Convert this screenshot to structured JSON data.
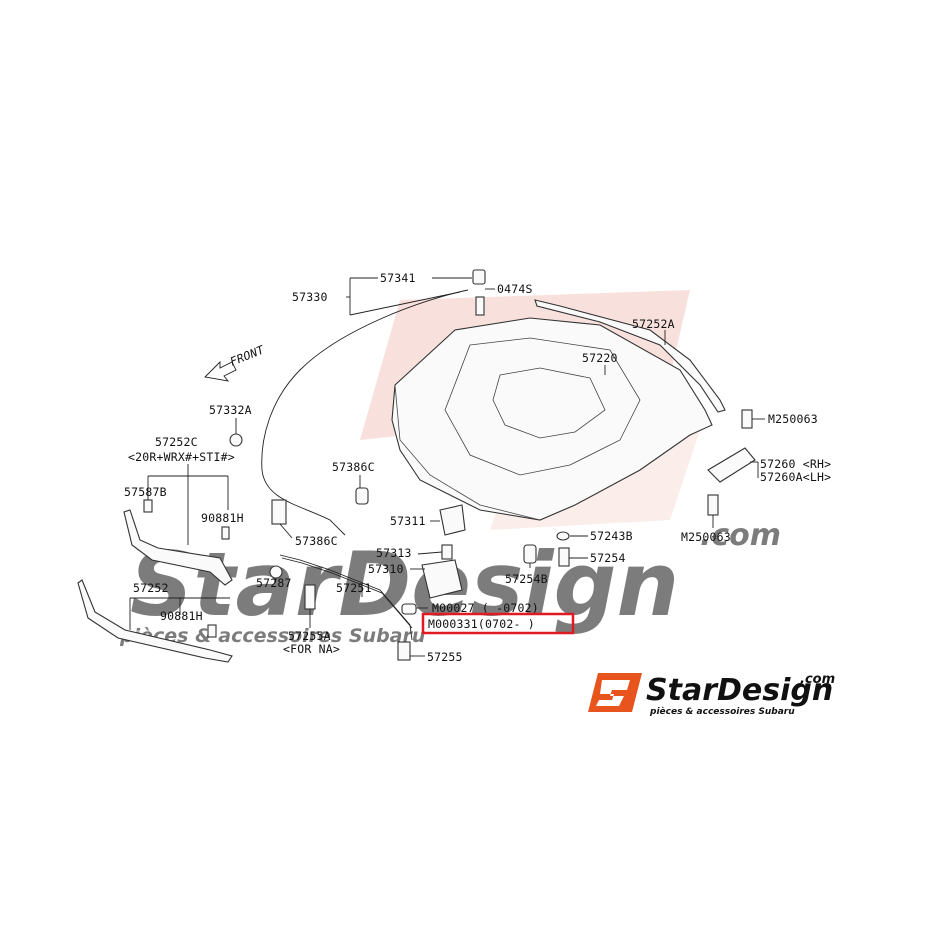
{
  "diagram": {
    "direction_label": "FRONT",
    "parts": {
      "p57341": "57341",
      "p57330": "57330",
      "p0474s": "0474S",
      "p57252a": "57252A",
      "p57220": "57220",
      "p57332a": "57332A",
      "p57252c": "57252C",
      "p57252c_note": "<20R+WRX#+STI#>",
      "pM250063_top": "M250063",
      "p57260": "57260 <RH>",
      "p57260a": "57260A<LH>",
      "p57386c_a": "57386C",
      "p57587b": "57587B",
      "p90881h_a": "90881H",
      "p57311": "57311",
      "p57243b": "57243B",
      "pM250063_bot": "M250063",
      "p57386c_b": "57386C",
      "p57313": "57313",
      "p57254": "57254",
      "p57310": "57310",
      "p57254b": "57254B",
      "p57287": "57287",
      "p57252": "57252",
      "p57251": "57251",
      "pM00027": "M00027 (    -0702)",
      "p90881h_b": "90881H",
      "pM000331": "M000331(0702-    )",
      "p57255a": "57255A",
      "p57255a_note": "<FOR NA>",
      "p57255": "57255"
    }
  },
  "watermark": {
    "brand": "StarDesign",
    "domain": ".com",
    "tagline": "pièces & accessoires Subaru"
  },
  "logo": {
    "brand": "StarDesign",
    "domain": ".com",
    "tagline": "pièces & accessoires Subaru"
  },
  "colors": {
    "highlight": "#e01a22",
    "logo_orange": "#e8541e"
  }
}
